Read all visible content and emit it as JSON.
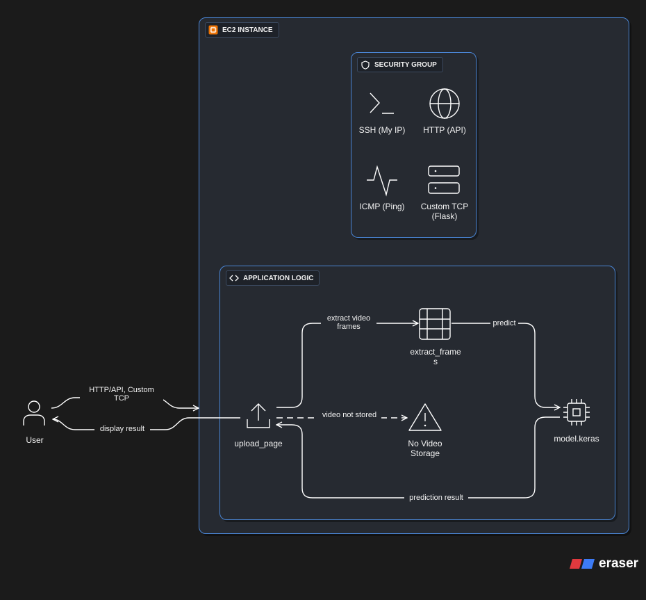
{
  "groups": {
    "ec2": "EC2 INSTANCE",
    "security": "SECURITY GROUP",
    "app": "APPLICATION LOGIC"
  },
  "security_items": {
    "ssh": "SSH (My IP)",
    "http": "HTTP (API)",
    "icmp": "ICMP (Ping)",
    "custom_tcp": "Custom TCP\n(Flask)"
  },
  "nodes": {
    "user": "User",
    "upload_page": "upload_page",
    "extract_frames": "extract_frame\ns",
    "no_video_storage": "No Video\nStorage",
    "model": "model.keras"
  },
  "edges": {
    "user_to_upload": "HTTP/API, Custom\nTCP",
    "upload_to_user": "display result",
    "upload_to_extract": "extract video\nframes",
    "extract_to_model": "predict",
    "upload_to_storage": "video not stored",
    "model_to_upload": "prediction result"
  },
  "brand": {
    "name": "eraser",
    "colors": [
      "#e0393e",
      "#3d7bf5"
    ]
  },
  "colors": {
    "background": "#1b1b1b",
    "group_border": "#4a86d6",
    "group_fill": "#262a31",
    "line": "#ffffff",
    "ec2_icon": "#ed7100"
  }
}
